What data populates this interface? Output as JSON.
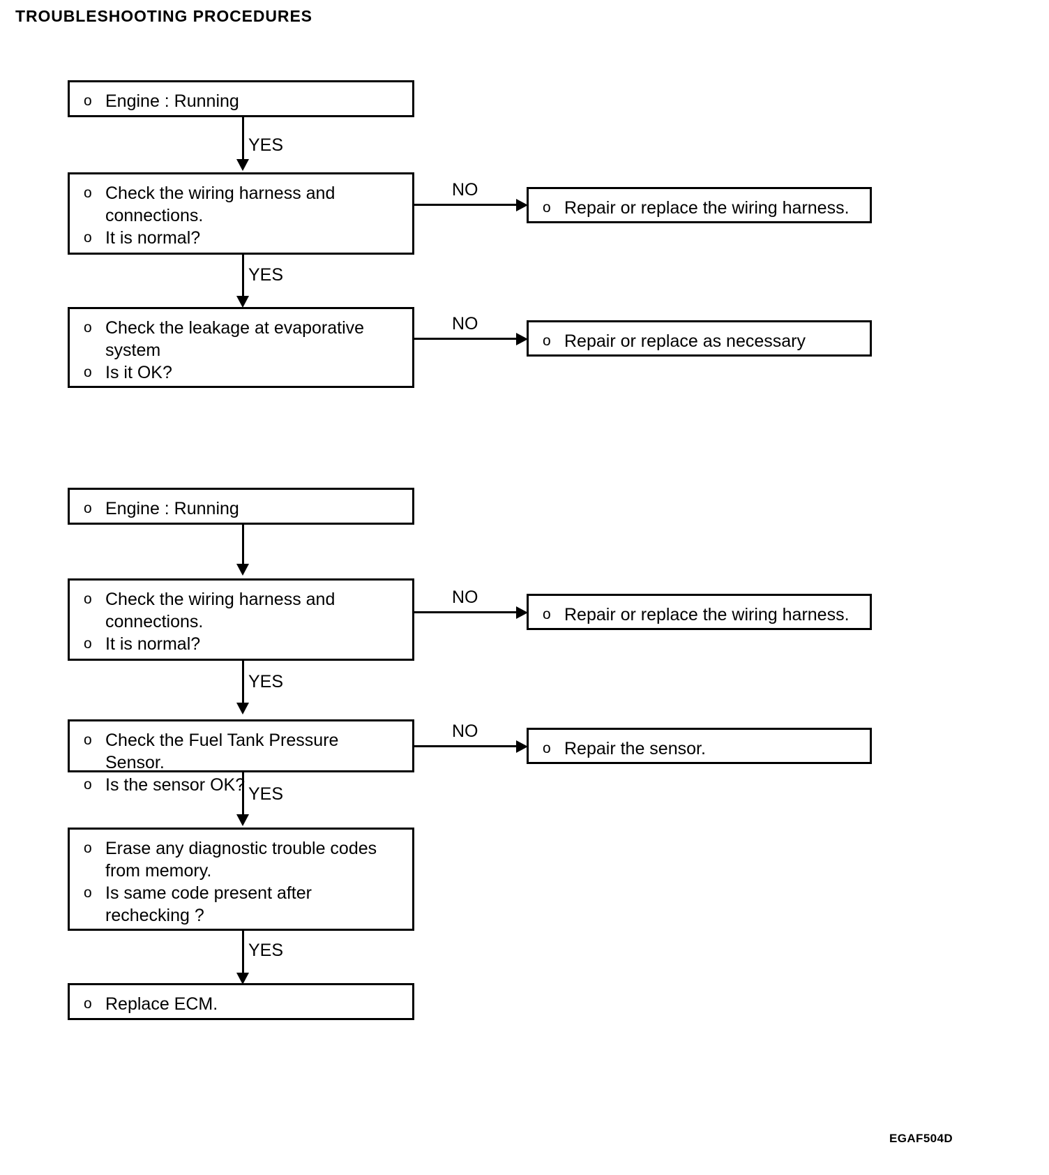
{
  "document": {
    "title": "TROUBLESHOOTING PROCEDURES",
    "footer_code": "EGAF504D",
    "bullet_glyph": "o",
    "ink_color": "#000000",
    "paper_color": "#ffffff"
  },
  "flowcharts": [
    {
      "id": "chart-1",
      "nodes": [
        {
          "id": "c1-start",
          "name": "engine-running-box",
          "lines": [
            "Engine : Running"
          ]
        },
        {
          "id": "c1-wiring",
          "name": "check-wiring-harness-box",
          "lines": [
            "Check the wiring harness and\nconnections.",
            "It is normal?"
          ]
        },
        {
          "id": "c1-wiring-repair",
          "name": "repair-wiring-harness-box",
          "lines": [
            "Repair or replace the wiring harness."
          ]
        },
        {
          "id": "c1-leakage",
          "name": "check-evaporative-leakage-box",
          "lines": [
            "Check the leakage at evaporative\nsystem",
            "Is it OK?"
          ]
        },
        {
          "id": "c1-leakage-repair",
          "name": "repair-as-necessary-box",
          "lines": [
            "Repair or replace as necessary"
          ]
        }
      ],
      "edges": [
        {
          "id": "c1-e1",
          "label": "YES",
          "direction": "down"
        },
        {
          "id": "c1-e2",
          "label": "NO",
          "direction": "right"
        },
        {
          "id": "c1-e3",
          "label": "YES",
          "direction": "down"
        },
        {
          "id": "c1-e4",
          "label": "NO",
          "direction": "right"
        }
      ]
    },
    {
      "id": "chart-2",
      "nodes": [
        {
          "id": "c2-start",
          "name": "engine-running-box",
          "lines": [
            "Engine : Running"
          ]
        },
        {
          "id": "c2-wiring",
          "name": "check-wiring-harness-box",
          "lines": [
            "Check the wiring harness and\nconnections.",
            "It is normal?"
          ]
        },
        {
          "id": "c2-wiring-repair",
          "name": "repair-wiring-harness-box",
          "lines": [
            "Repair or replace the wiring harness."
          ]
        },
        {
          "id": "c2-sensor",
          "name": "check-fuel-tank-pressure-sensor-box",
          "lines": [
            "Check the Fuel Tank Pressure Sensor.",
            "Is the sensor OK?"
          ]
        },
        {
          "id": "c2-sensor-repair",
          "name": "repair-the-sensor-box",
          "lines": [
            "Repair the sensor."
          ]
        },
        {
          "id": "c2-erase",
          "name": "erase-trouble-codes-box",
          "lines": [
            "Erase any diagnostic trouble codes\nfrom memory.",
            "Is same code present after\nrechecking ?"
          ]
        },
        {
          "id": "c2-ecm",
          "name": "replace-ecm-box",
          "lines": [
            "Replace ECM."
          ]
        }
      ],
      "edges": [
        {
          "id": "c2-e1",
          "label": "",
          "direction": "down"
        },
        {
          "id": "c2-e2",
          "label": "NO",
          "direction": "right"
        },
        {
          "id": "c2-e3",
          "label": "YES",
          "direction": "down"
        },
        {
          "id": "c2-e4",
          "label": "NO",
          "direction": "right"
        },
        {
          "id": "c2-e5",
          "label": "YES",
          "direction": "down"
        },
        {
          "id": "c2-e6",
          "label": "YES",
          "direction": "down"
        }
      ]
    }
  ]
}
